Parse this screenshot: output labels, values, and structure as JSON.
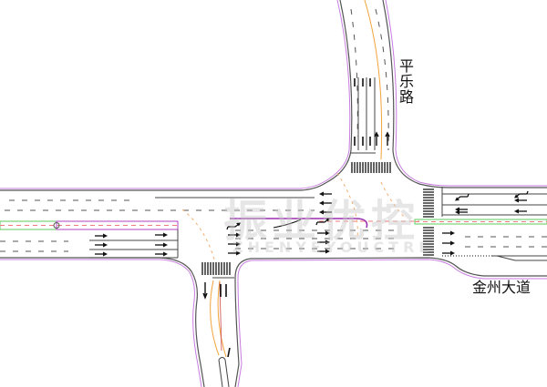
{
  "roads": {
    "north": "平乐路",
    "east": "金州大道"
  },
  "watermark": {
    "cn": "振业优控",
    "en": "ZHENYEYOUCTRL"
  },
  "colors": {
    "edge": "#555555",
    "curb": "#c77be0",
    "median_green": "#5cc85c",
    "center_pink": "#f07a7a",
    "guide_orange": "#f2a33a"
  }
}
